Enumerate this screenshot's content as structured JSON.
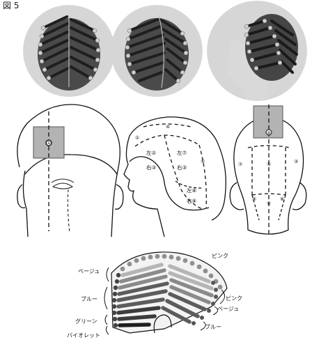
{
  "header": {
    "mark": "図 5"
  },
  "front_view": {
    "section_1": "①"
  },
  "side_view": {
    "section_1": "①",
    "section_4": "④",
    "section_5": "⑤",
    "left_2": "左②",
    "right_3": "右③",
    "left_7": "左⑦",
    "right_3b": "右③",
    "left_8": "左⑧",
    "right_8": "右⑧"
  },
  "back_view": {
    "section_4": "④",
    "section_5": "⑤",
    "section_7": "⑦",
    "section_3": "③",
    "section_8a": "⑧",
    "section_8b": "⑧",
    "section_6": "⑥"
  },
  "color_chart": {
    "labels": {
      "pink_top": "ピンク",
      "beige_left": "ベージュ",
      "pink_right": "ピンク",
      "beige_right": "ベージュ",
      "blue_left": "ブルー",
      "blue_right": "ブルー",
      "green": "グリーン",
      "violet": "バイオレット"
    },
    "colors": {
      "pink": "#b5b5b5",
      "beige": "#8a8a8a",
      "blue": "#5c5c5c",
      "green": "#3c3c3c",
      "violet": "#1e1e1e"
    }
  }
}
